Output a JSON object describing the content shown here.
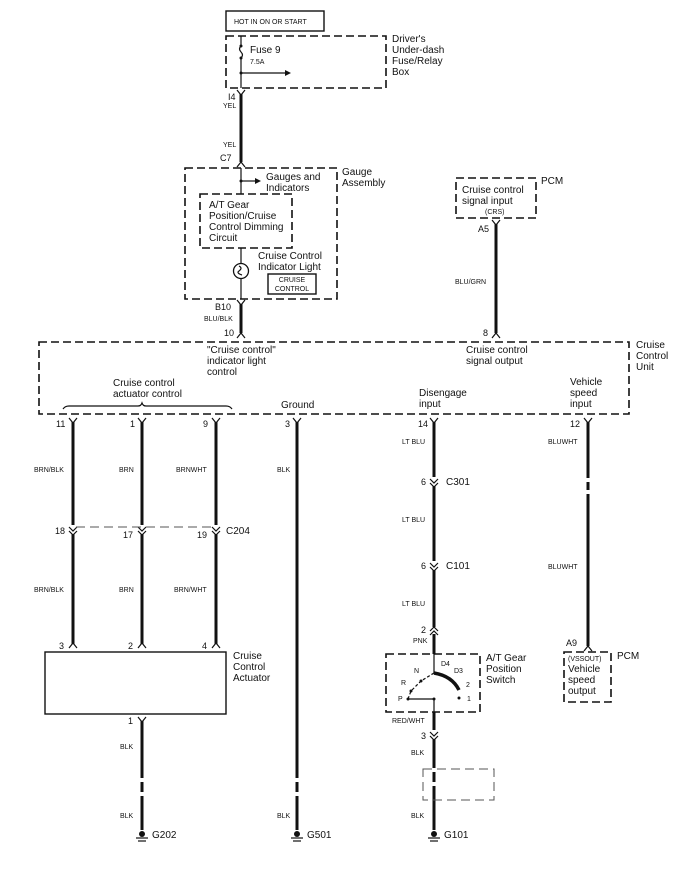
{
  "power": {
    "label": "HOT IN ON OR START"
  },
  "fuse_box": {
    "title_lines": [
      "Driver's",
      "Under-dash",
      "Fuse/Relay",
      "Box"
    ],
    "fuse_name": "Fuse 9",
    "fuse_rating": "7.5A",
    "out_pin": "I4",
    "out_wire": "YEL"
  },
  "gauge": {
    "in_wire": "YEL",
    "in_pin": "C7",
    "title_lines": [
      "Gauge",
      "Assembly"
    ],
    "branch_lines": [
      "Gauges and",
      "Indicators"
    ],
    "dimming_lines": [
      "A/T Gear",
      "Position/Cruise",
      "Control Dimming",
      "Circuit"
    ],
    "light_lines": [
      "Cruise Control",
      "Indicator Light"
    ],
    "badge_lines": [
      "CRUISE",
      "CONTROL"
    ],
    "out_pin": "B10",
    "out_wire": "BLU/BLK"
  },
  "pcm_top": {
    "title": "PCM",
    "lines": [
      "Cruise control",
      "signal input"
    ],
    "code": "(CRS)",
    "pin": "A5",
    "wire": "BLU/GRN"
  },
  "ccu": {
    "title_lines": [
      "Cruise",
      "Control",
      "Unit"
    ],
    "pin_light": "10",
    "pin_signal": "8",
    "light_lines": [
      "\"Cruise control\"",
      "indicator light",
      "control"
    ],
    "signal_lines": [
      "Cruise control",
      "signal output"
    ],
    "actuator_lines": [
      "Cruise control",
      "actuator control"
    ],
    "ground_label": "Ground",
    "disengage_lines": [
      "Disengage",
      "input"
    ],
    "speed_lines": [
      "Vehicle",
      "speed",
      "input"
    ],
    "pins_bottom": [
      "11",
      "1",
      "9",
      "3",
      "14",
      "12"
    ]
  },
  "harness": {
    "wires_upper": [
      "BRN/BLK",
      "BRN",
      "BRNWHT",
      "BLK"
    ],
    "connector": "C204",
    "connector_pins": [
      "18",
      "17",
      "19"
    ],
    "wires_lower": [
      "BRN/BLK",
      "BRN",
      "BRN/WHT"
    ],
    "actuator_pins": [
      "3",
      "2",
      "4"
    ]
  },
  "actuator": {
    "title_lines": [
      "Cruise",
      "Control",
      "Actuator"
    ],
    "ground_pin": "1",
    "ground_wires": [
      "BLK",
      "BLK"
    ],
    "ground": "G202"
  },
  "ground_center": {
    "wire": "BLK",
    "ground": "G501"
  },
  "disengage_path": {
    "wire1": "LT BLU",
    "c301_pin": "6",
    "c301": "C301",
    "wire2": "LT BLU",
    "c101_pin": "6",
    "c101": "C101",
    "wire3": "LT BLU",
    "sw_in_pin": "2",
    "sw_in_wire": "PNK"
  },
  "at_switch": {
    "title_lines": [
      "A/T Gear",
      "Position",
      "Switch"
    ],
    "positions": [
      "P",
      "R",
      "N",
      "D4",
      "D3",
      "2",
      "1"
    ],
    "out_wire": "RED/WHT",
    "out_pin": "3",
    "ground_wires": [
      "BLK",
      "BLK"
    ],
    "ground": "G101"
  },
  "speed_path": {
    "wires": [
      "BLUWHT",
      "BLUWHT"
    ],
    "pcm_pin": "A9",
    "pcm_title": "PCM",
    "pcm_code": "(VSSOUT)",
    "pcm_lines": [
      "Vehicle",
      "speed",
      "output"
    ]
  }
}
